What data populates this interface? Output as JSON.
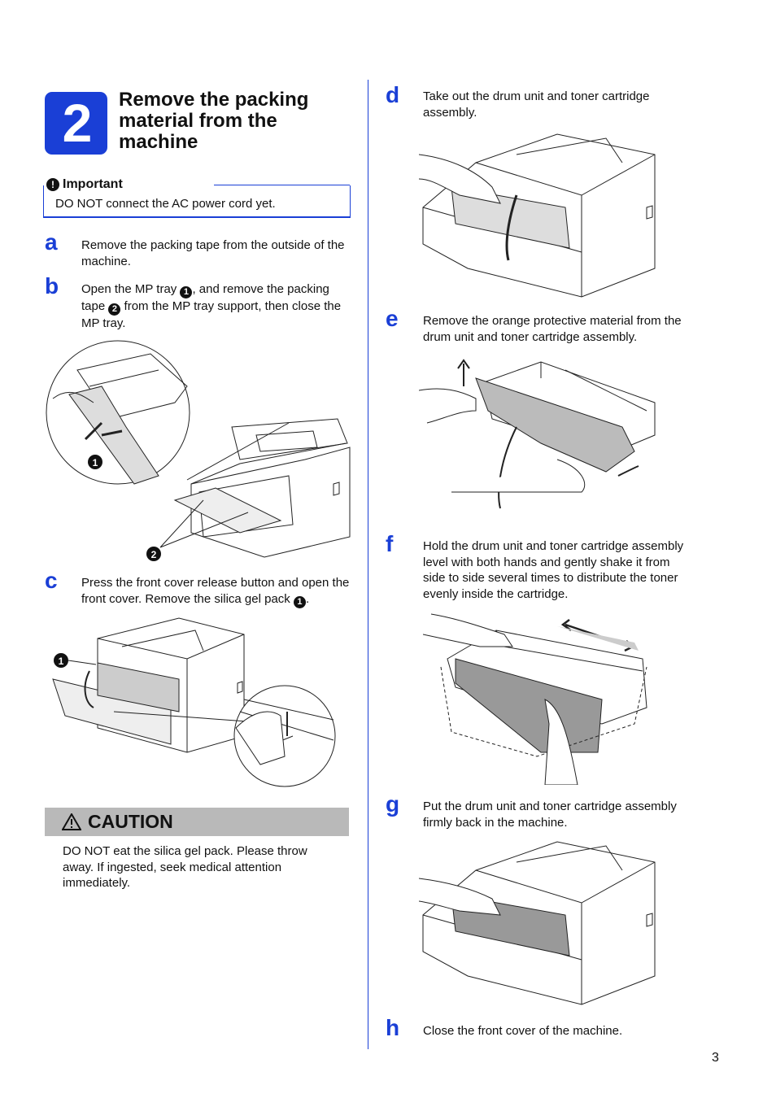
{
  "section": {
    "number": "2",
    "title": "Remove the packing material from the machine"
  },
  "important": {
    "badge": "!",
    "label": "Important",
    "text": "DO NOT connect the AC power cord yet."
  },
  "steps": {
    "a": {
      "letter": "a",
      "text": "Remove the packing tape from the outside of the machine."
    },
    "b": {
      "letter": "b",
      "text_1": "Open the MP tray ",
      "callout_1": "1",
      "text_2": ", and remove the packing tape ",
      "callout_2": "2",
      "text_3": " from the MP tray support, then close the MP tray."
    },
    "c": {
      "letter": "c",
      "text_1": "Press the front cover release button and open the front cover. Remove the silica gel pack ",
      "callout_1": "1",
      "text_2": "."
    },
    "d": {
      "letter": "d",
      "text": "Take out the drum unit and toner cartridge assembly."
    },
    "e": {
      "letter": "e",
      "text": "Remove the orange protective material from the drum unit and toner cartridge assembly."
    },
    "f": {
      "letter": "f",
      "text": "Hold the drum unit and toner cartridge assembly level with both hands and gently shake it from side to side several times to distribute the toner evenly inside the cartridge."
    },
    "g": {
      "letter": "g",
      "text": "Put the drum unit and toner cartridge assembly firmly back in the machine."
    },
    "h": {
      "letter": "h",
      "text": "Close the front cover of the machine."
    }
  },
  "figure_callouts": {
    "b_1": "1",
    "b_2": "2",
    "c_1": "1"
  },
  "caution": {
    "label": "CAUTION",
    "text": "DO NOT eat the silica gel pack. Please throw away. If ingested, seek medical attention immediately."
  },
  "page_number": "3",
  "colors": {
    "accent": "#1a3fd6",
    "caution_bar": "#b9b9b9"
  }
}
